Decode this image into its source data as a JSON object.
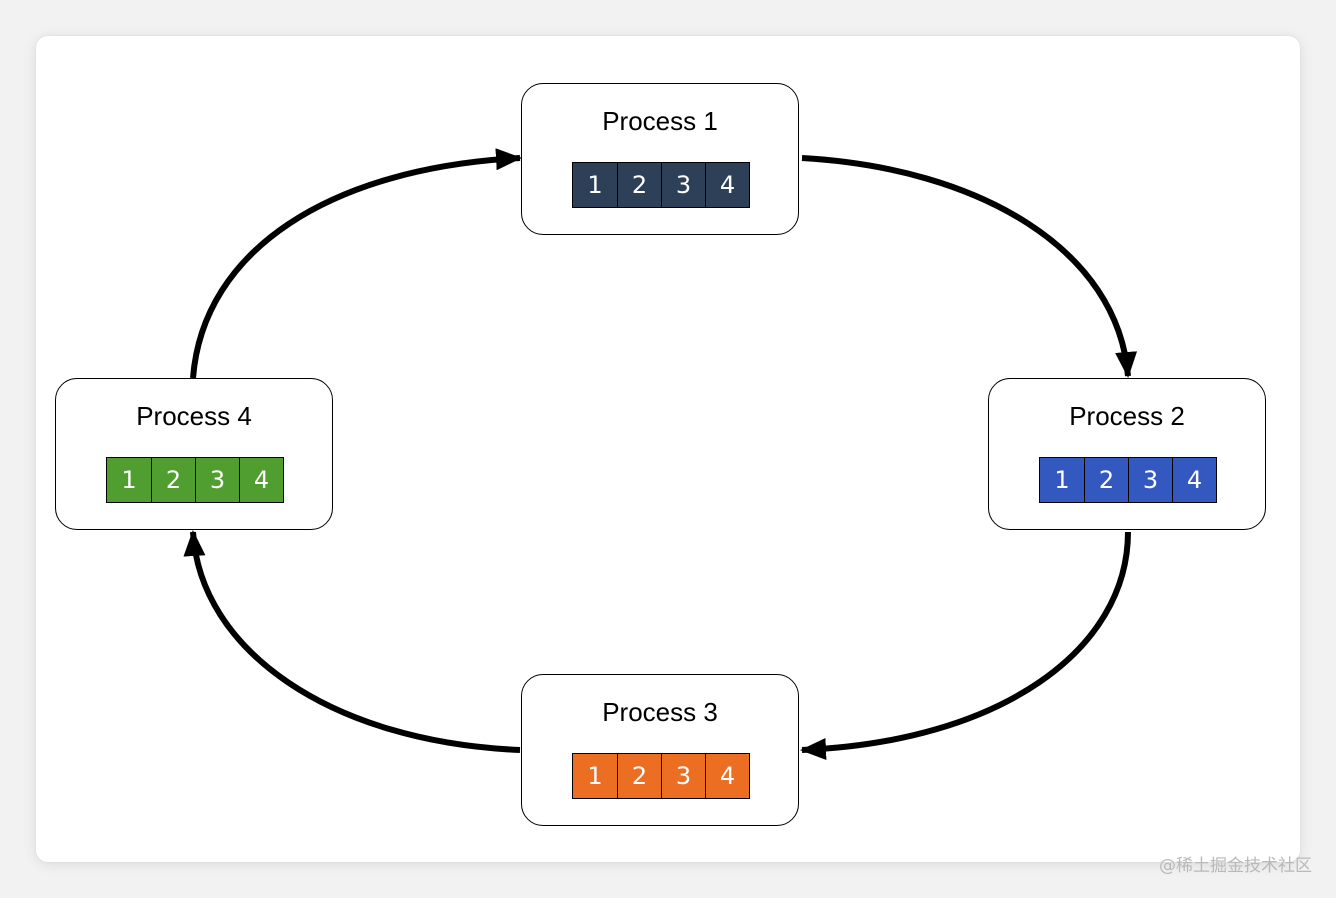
{
  "processes": [
    {
      "id": "p1",
      "label": "Process 1",
      "color": "#2e3f58",
      "cells": [
        "1",
        "2",
        "3",
        "4"
      ]
    },
    {
      "id": "p2",
      "label": "Process 2",
      "color": "#3358c0",
      "cells": [
        "1",
        "2",
        "3",
        "4"
      ]
    },
    {
      "id": "p3",
      "label": "Process 3",
      "color": "#eb6e22",
      "cells": [
        "1",
        "2",
        "3",
        "4"
      ]
    },
    {
      "id": "p4",
      "label": "Process 4",
      "color": "#4f9e2f",
      "cells": [
        "1",
        "2",
        "3",
        "4"
      ]
    }
  ],
  "flow": [
    {
      "from": "Process 1",
      "to": "Process 2"
    },
    {
      "from": "Process 2",
      "to": "Process 3"
    },
    {
      "from": "Process 3",
      "to": "Process 4"
    },
    {
      "from": "Process 4",
      "to": "Process 1"
    }
  ],
  "watermark": "@稀土掘金技术社区"
}
